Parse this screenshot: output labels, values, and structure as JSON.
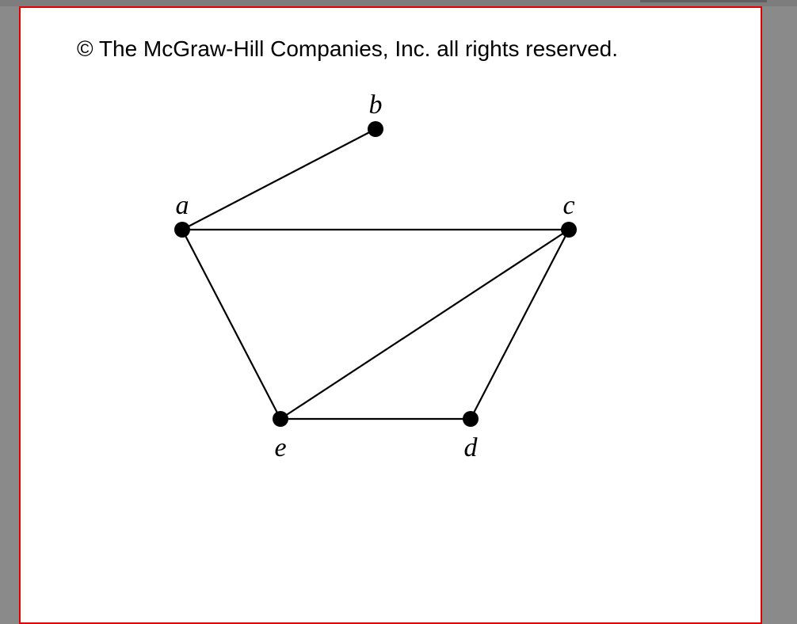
{
  "copyright": "© The McGraw-Hill Companies, Inc. all rights reserved.",
  "colors": {
    "background": "#8a8a8a",
    "slide": "#ffffff",
    "slide_border": "#e00000",
    "ink": "#000000"
  },
  "graph": {
    "vertices": [
      {
        "id": "a",
        "label": "a"
      },
      {
        "id": "b",
        "label": "b"
      },
      {
        "id": "c",
        "label": "c"
      },
      {
        "id": "d",
        "label": "d"
      },
      {
        "id": "e",
        "label": "e"
      }
    ],
    "edges": [
      [
        "a",
        "b"
      ],
      [
        "a",
        "c"
      ],
      [
        "a",
        "e"
      ],
      [
        "c",
        "e"
      ],
      [
        "c",
        "d"
      ],
      [
        "e",
        "d"
      ]
    ]
  }
}
